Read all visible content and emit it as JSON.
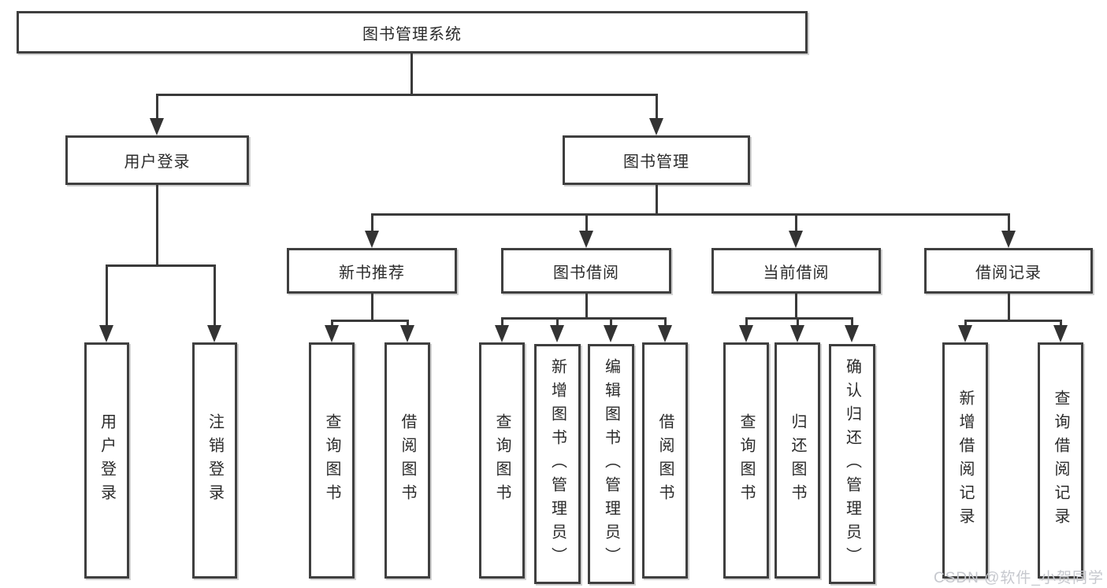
{
  "colors": {
    "background": "#ffffff",
    "line": "#3a3a3a",
    "box_border": "#3f3f3f",
    "text": "#2b2b2b",
    "watermark": "#c6c8ce"
  },
  "tree": {
    "root": {
      "label": "图书管理系统"
    },
    "children": [
      {
        "label": "用户登录",
        "children": [
          {
            "label": "用户登录"
          },
          {
            "label": "注销登录"
          }
        ]
      },
      {
        "label": "图书管理",
        "children": [
          {
            "label": "新书推荐",
            "children": [
              {
                "label": "查询图书"
              },
              {
                "label": "借阅图书"
              }
            ]
          },
          {
            "label": "图书借阅",
            "children": [
              {
                "label": "查询图书"
              },
              {
                "label": "新增图书（管理员）"
              },
              {
                "label": "编辑图书（管理员）"
              },
              {
                "label": "借阅图书"
              }
            ]
          },
          {
            "label": "当前借阅",
            "children": [
              {
                "label": "查询图书"
              },
              {
                "label": "归还图书"
              },
              {
                "label": "确认归还（管理员）"
              }
            ]
          },
          {
            "label": "借阅记录",
            "children": [
              {
                "label": "新增借阅记录"
              },
              {
                "label": "查询借阅记录"
              }
            ]
          }
        ]
      }
    ]
  },
  "watermark": {
    "text": "CSDN @软件_小贺同学"
  }
}
